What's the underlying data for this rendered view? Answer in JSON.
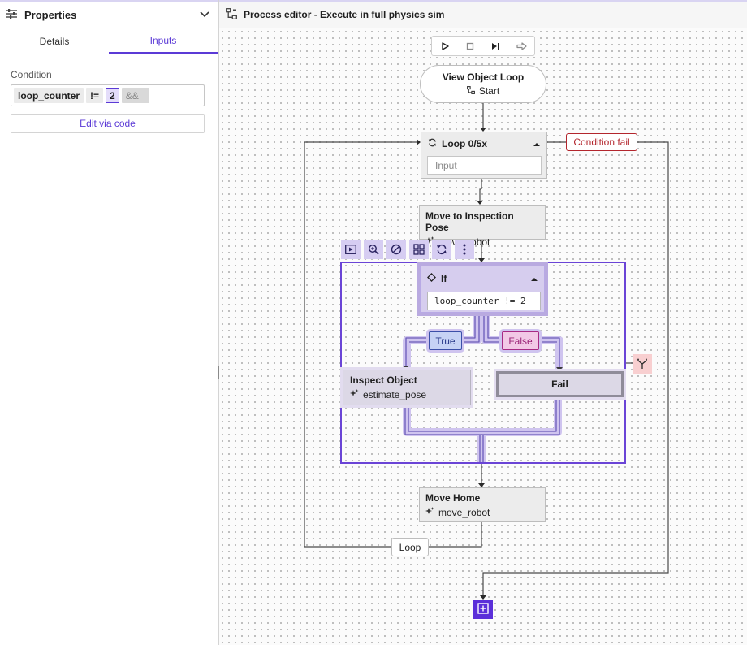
{
  "left_panel": {
    "title": "Properties",
    "tabs": [
      "Details",
      "Inputs"
    ],
    "active_tab": "Inputs",
    "condition_label": "Condition",
    "condition": {
      "variable": "loop_counter",
      "operator": "!=",
      "value": "2",
      "combinator": "&&"
    },
    "edit_button": "Edit via code"
  },
  "editor": {
    "title": "Process editor - Execute in full physics sim",
    "nodes": {
      "start": {
        "title": "View Object Loop",
        "subtitle": "Start"
      },
      "loop": {
        "title": "Loop 0/5x",
        "input_placeholder": "Input"
      },
      "condition_fail": "Condition fail",
      "move_pose": {
        "title": "Move to Inspection Pose",
        "skill": "move_robot"
      },
      "if": {
        "title": "If",
        "expression": "loop_counter != 2"
      },
      "true_label": "True",
      "false_label": "False",
      "inspect": {
        "title": "Inspect Object",
        "skill": "estimate_pose"
      },
      "fail": "Fail",
      "move_home": {
        "title": "Move Home",
        "skill": "move_robot"
      },
      "loop_label": "Loop"
    }
  },
  "colors": {
    "accent": "#5b2fd9",
    "selection": "#6a44d6",
    "error": "#b3262d",
    "true": "#3b4fa8",
    "false": "#a72a84"
  }
}
